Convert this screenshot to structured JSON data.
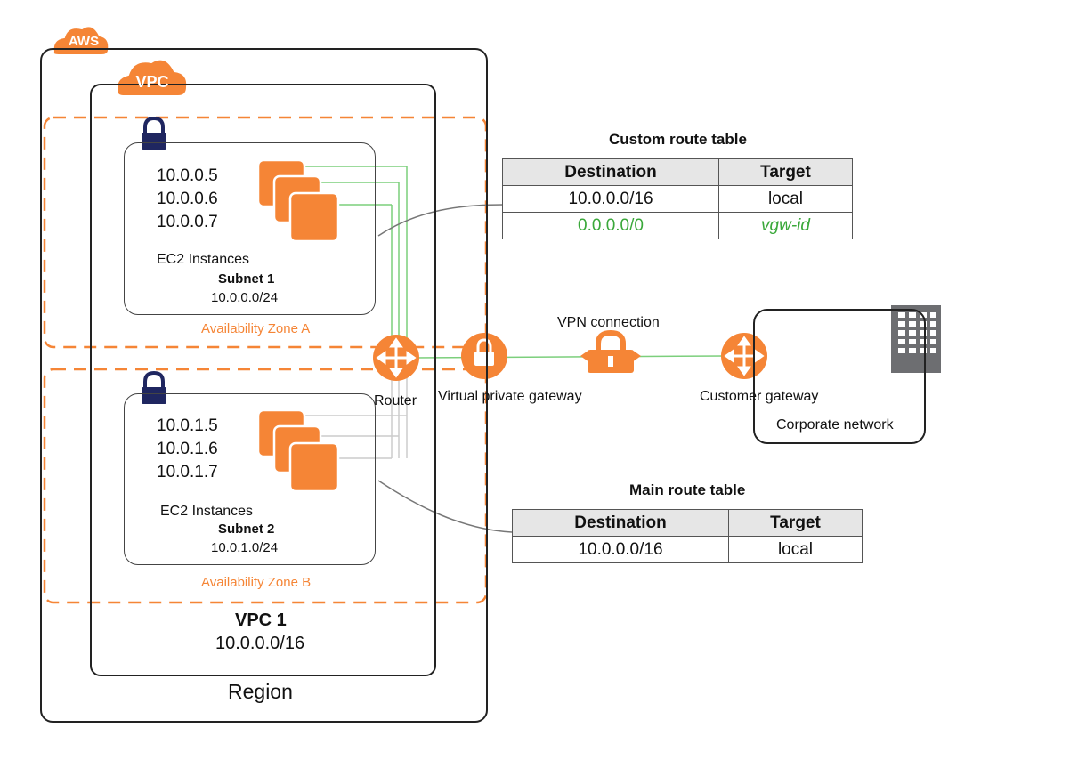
{
  "labels": {
    "aws": "AWS",
    "vpc_badge": "VPC",
    "region": "Region",
    "vpc_name": "VPC 1",
    "vpc_cidr": "10.0.0.0/16",
    "router": "Router",
    "vpg": "Virtual private gateway",
    "vpn": "VPN connection",
    "cgw": "Customer gateway",
    "corp": "Corporate network"
  },
  "subnet1": {
    "ips": [
      "10.0.0.5",
      "10.0.0.6",
      "10.0.0.7"
    ],
    "instances_label": "EC2 Instances",
    "name": "Subnet 1",
    "cidr": "10.0.0.0/24",
    "az": "Availability Zone A"
  },
  "subnet2": {
    "ips": [
      "10.0.1.5",
      "10.0.1.6",
      "10.0.1.7"
    ],
    "instances_label": "EC2 Instances",
    "name": "Subnet 2",
    "cidr": "10.0.1.0/24",
    "az": "Availability Zone B"
  },
  "custom_route_table": {
    "title": "Custom route table",
    "headers": [
      "Destination",
      "Target"
    ],
    "rows": [
      [
        "10.0.0.0/16",
        "local"
      ],
      [
        "0.0.0.0/0",
        "vgw-id"
      ]
    ]
  },
  "main_route_table": {
    "title": "Main route table",
    "headers": [
      "Destination",
      "Target"
    ],
    "rows": [
      [
        "10.0.0.0/16",
        "local"
      ]
    ]
  },
  "colors": {
    "aws_orange": "#f58536",
    "connector_green": "#7ccf7c",
    "highlight_green": "#3aa83a",
    "server_gray": "#6d6e71"
  },
  "icons": [
    "cloud-icon",
    "lock-icon",
    "ec2-instance-icon",
    "router-icon",
    "vpn-gateway-icon",
    "vpn-lock-icon",
    "customer-gateway-icon",
    "server-rack-icon"
  ]
}
